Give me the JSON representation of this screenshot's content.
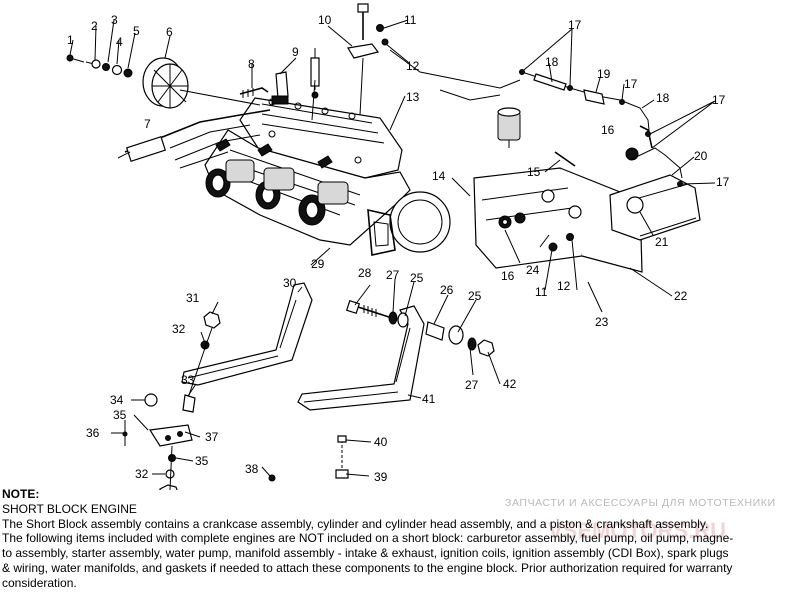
{
  "callouts": [
    {
      "id": "c1",
      "label": "1"
    },
    {
      "id": "c2",
      "label": "2"
    },
    {
      "id": "c3",
      "label": "3"
    },
    {
      "id": "c4",
      "label": "4"
    },
    {
      "id": "c5",
      "label": "5"
    },
    {
      "id": "c6",
      "label": "6"
    },
    {
      "id": "c7",
      "label": "7"
    },
    {
      "id": "c8",
      "label": "8"
    },
    {
      "id": "c9",
      "label": "9"
    },
    {
      "id": "c10",
      "label": "10"
    },
    {
      "id": "c11a",
      "label": "11"
    },
    {
      "id": "c12a",
      "label": "12"
    },
    {
      "id": "c13",
      "label": "13"
    },
    {
      "id": "c14",
      "label": "14"
    },
    {
      "id": "c15",
      "label": "15"
    },
    {
      "id": "c16a",
      "label": "16"
    },
    {
      "id": "c16b",
      "label": "16"
    },
    {
      "id": "c17a",
      "label": "17"
    },
    {
      "id": "c17b",
      "label": "17"
    },
    {
      "id": "c17c",
      "label": "17"
    },
    {
      "id": "c17d",
      "label": "17"
    },
    {
      "id": "c18a",
      "label": "18"
    },
    {
      "id": "c18b",
      "label": "18"
    },
    {
      "id": "c19",
      "label": "19"
    },
    {
      "id": "c20",
      "label": "20"
    },
    {
      "id": "c21",
      "label": "21"
    },
    {
      "id": "c22",
      "label": "22"
    },
    {
      "id": "c23",
      "label": "23"
    },
    {
      "id": "c24",
      "label": "24"
    },
    {
      "id": "c11b",
      "label": "11"
    },
    {
      "id": "c12b",
      "label": "12"
    },
    {
      "id": "c25a",
      "label": "25"
    },
    {
      "id": "c25b",
      "label": "25"
    },
    {
      "id": "c26",
      "label": "26"
    },
    {
      "id": "c27a",
      "label": "27"
    },
    {
      "id": "c27b",
      "label": "27"
    },
    {
      "id": "c28",
      "label": "28"
    },
    {
      "id": "c29",
      "label": "29"
    },
    {
      "id": "c30",
      "label": "30"
    },
    {
      "id": "c31a",
      "label": "31"
    },
    {
      "id": "c31b",
      "label": "31"
    },
    {
      "id": "c31c",
      "label": "31"
    },
    {
      "id": "c32a",
      "label": "32"
    },
    {
      "id": "c32b",
      "label": "32"
    },
    {
      "id": "c33",
      "label": "33"
    },
    {
      "id": "c34",
      "label": "34"
    },
    {
      "id": "c35a",
      "label": "35"
    },
    {
      "id": "c35b",
      "label": "35"
    },
    {
      "id": "c36",
      "label": "36"
    },
    {
      "id": "c37",
      "label": "37"
    },
    {
      "id": "c38",
      "label": "38"
    },
    {
      "id": "c39",
      "label": "39"
    },
    {
      "id": "c40",
      "label": "40"
    },
    {
      "id": "c41",
      "label": "41"
    },
    {
      "id": "c42",
      "label": "42"
    }
  ],
  "watermark": {
    "text": "ЗАПЧАСТИ И АКСЕССУАРЫ ДЛЯ МОТОТЕХНИКИ",
    "logo": "VSEMOTORS.RU"
  },
  "note": {
    "heading": "NOTE:",
    "subheading": "SHORT BLOCK ENGINE",
    "lines": [
      "The Short Block assembly contains a crankcase assembly, cylinder and cylinder head assembly, and a piston & crankshaft assembly.",
      "The following items included with complete engines are NOT included on a short block:  carburetor assembly, fuel pump, oil pump, magne-",
      "to assembly, starter assembly, water pump, manifold assembly - intake & exhaust, ignition coils, ignition assembly (CDI Box), spark plugs",
      "& wiring, water manifolds, and gaskets if needed to attach these components to the engine block.  Prior authorization required for warranty",
      "consideration."
    ]
  }
}
